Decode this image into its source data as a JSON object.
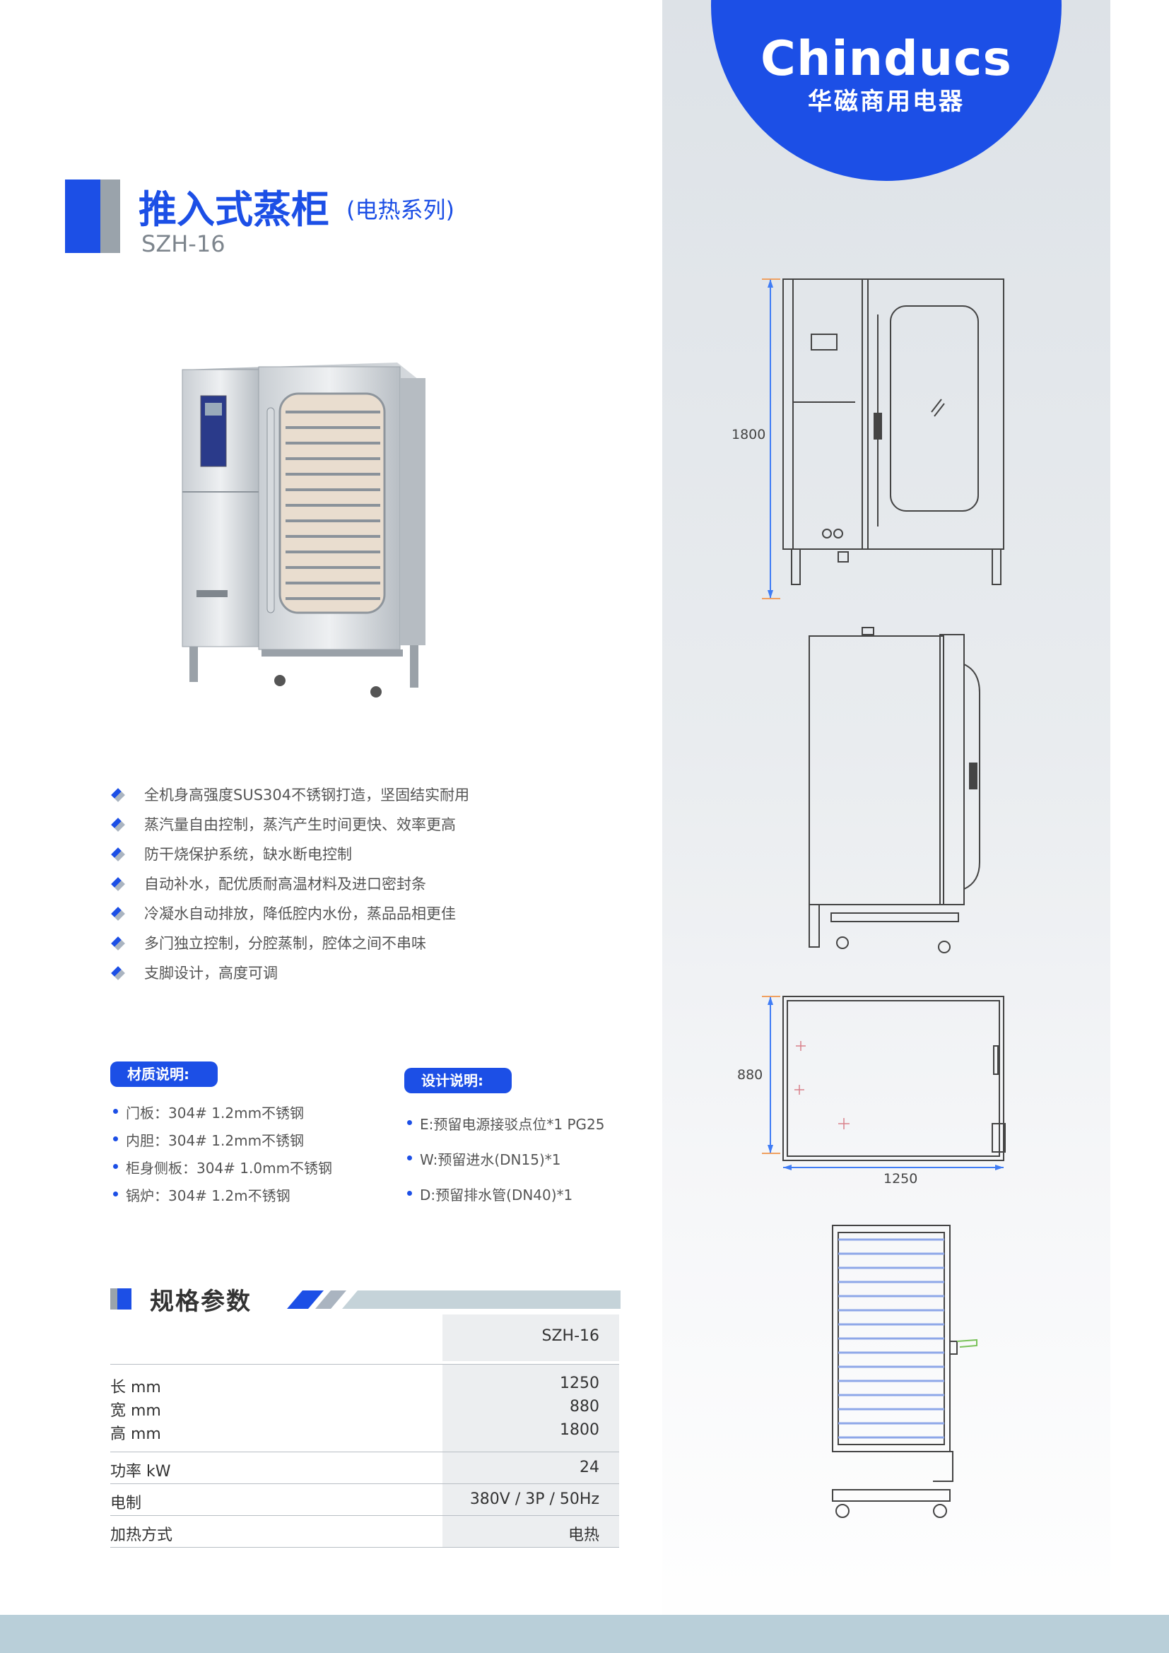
{
  "brand": {
    "name_en": "Chinducs",
    "name_cn": "华磁商用电器"
  },
  "product": {
    "title": "推入式蒸柜",
    "series": "(电热系列)",
    "model": "SZH-16"
  },
  "features": [
    "全机身高强度SUS304不锈钢打造，坚固结实耐用",
    "蒸汽量自由控制，蒸汽产生时间更快、效率更高",
    "防干烧保护系统，缺水断电控制",
    "自动补水，配优质耐高温材料及进口密封条",
    "冷凝水自动排放，降低腔内水份，蒸品品相更佳",
    "多门独立控制，分腔蒸制，腔体之间不串味",
    "支脚设计，高度可调"
  ],
  "material": {
    "heading": "材质说明:",
    "items": [
      "门板：304# 1.2mm不锈钢",
      "内胆：304# 1.2mm不锈钢",
      "柜身侧板：304# 1.0mm不锈钢",
      "锅炉：304# 1.2m不锈钢"
    ]
  },
  "design": {
    "heading": "设计说明:",
    "items": [
      "E:预留电源接驳点位*1 PG25",
      "W:预留进水(DN15)*1",
      "D:预留排水管(DN40)*1"
    ]
  },
  "specs": {
    "heading": "规格参数",
    "column": "SZH-16",
    "rows": [
      {
        "label": "长 mm",
        "value": "1250"
      },
      {
        "label": "宽 mm",
        "value": "880"
      },
      {
        "label": "高 mm",
        "value": "1800"
      },
      {
        "label": "功率 kW",
        "value": "24"
      },
      {
        "label": "电制",
        "value": "380V / 3P / 50Hz"
      },
      {
        "label": "加热方式",
        "value": "电热"
      }
    ]
  },
  "drawings": {
    "height_dim": "1800",
    "depth_dim": "880",
    "width_dim": "1250"
  },
  "colors": {
    "accent": "#1c4fe6",
    "panel": "#dde2e7",
    "footer": "#b9cfd9",
    "grey": "#9aa3ab"
  }
}
